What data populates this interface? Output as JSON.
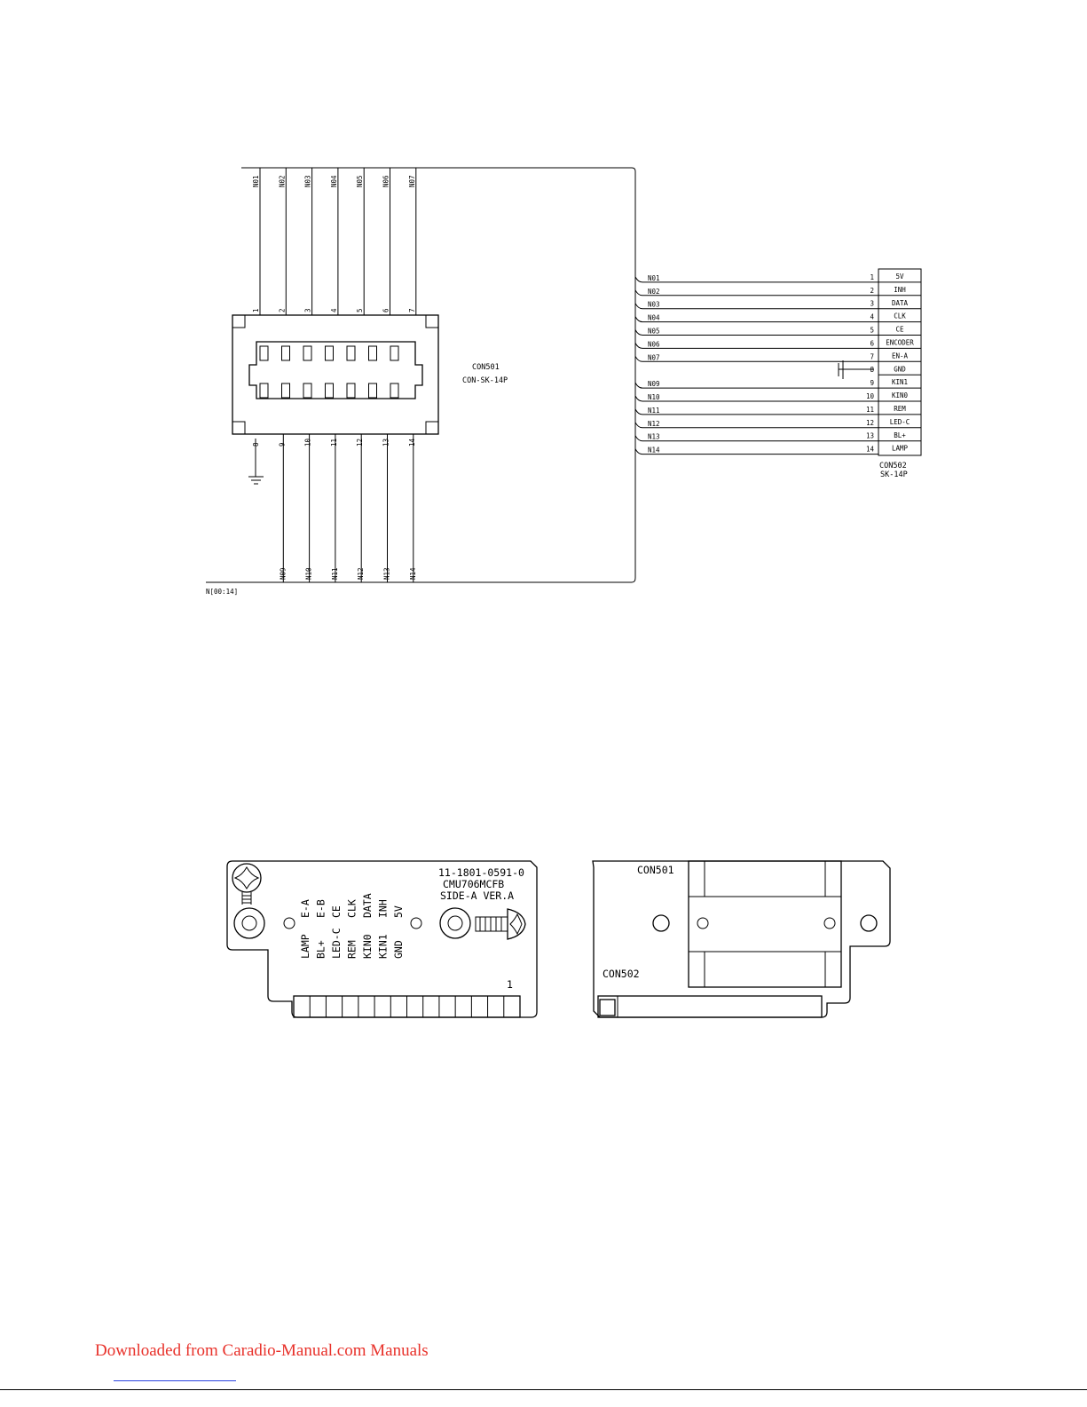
{
  "schematic": {
    "con501": {
      "ref": "CON501",
      "part": "CON-SK-14P",
      "top_nets": [
        "N01",
        "N02",
        "N03",
        "N04",
        "N05",
        "N06",
        "N07"
      ],
      "top_pins": [
        "1",
        "2",
        "3",
        "4",
        "5",
        "6",
        "7"
      ],
      "bottom_pins": [
        "8",
        "9",
        "10",
        "11",
        "12",
        "13",
        "14"
      ],
      "bottom_nets": [
        "N09",
        "N10",
        "N11",
        "N12",
        "N13",
        "N14"
      ]
    },
    "bus_label": "N[00:14]",
    "con502": {
      "ref": "CON502",
      "part": "SK-14P",
      "rows": [
        {
          "net": "N01",
          "pin": "1",
          "signal": "5V"
        },
        {
          "net": "N02",
          "pin": "2",
          "signal": "INH"
        },
        {
          "net": "N03",
          "pin": "3",
          "signal": "DATA"
        },
        {
          "net": "N04",
          "pin": "4",
          "signal": "CLK"
        },
        {
          "net": "N05",
          "pin": "5",
          "signal": "CE"
        },
        {
          "net": "N06",
          "pin": "6",
          "signal": "ENCODER"
        },
        {
          "net": "N07",
          "pin": "7",
          "signal": "EN-A"
        },
        {
          "net": "",
          "pin": "8",
          "signal": "GND"
        },
        {
          "net": "N09",
          "pin": "9",
          "signal": "KIN1"
        },
        {
          "net": "N10",
          "pin": "10",
          "signal": "KIN0"
        },
        {
          "net": "N11",
          "pin": "11",
          "signal": "REM"
        },
        {
          "net": "N12",
          "pin": "12",
          "signal": "LED-C"
        },
        {
          "net": "N13",
          "pin": "13",
          "signal": "BL+"
        },
        {
          "net": "N14",
          "pin": "14",
          "signal": "LAMP"
        }
      ]
    }
  },
  "pcb_side_a": {
    "lines": [
      "11-1801-0591-0",
      "CMU706MCFB",
      "SIDE-A VER.A"
    ],
    "upper_labels": [
      "E-A",
      "E-B",
      "CE",
      "CLK",
      "DATA",
      "INH",
      "5V"
    ],
    "lower_labels": [
      "LAMP",
      "BL+",
      "LED-C",
      "REM",
      "KIN0",
      "KIN1",
      "GND"
    ],
    "pin1_mark": "1"
  },
  "pcb_side_b": {
    "con501": "CON501",
    "con502": "CON502"
  },
  "footer": {
    "link_text": "Downloaded from Caradio-Manual.com Manuals"
  }
}
